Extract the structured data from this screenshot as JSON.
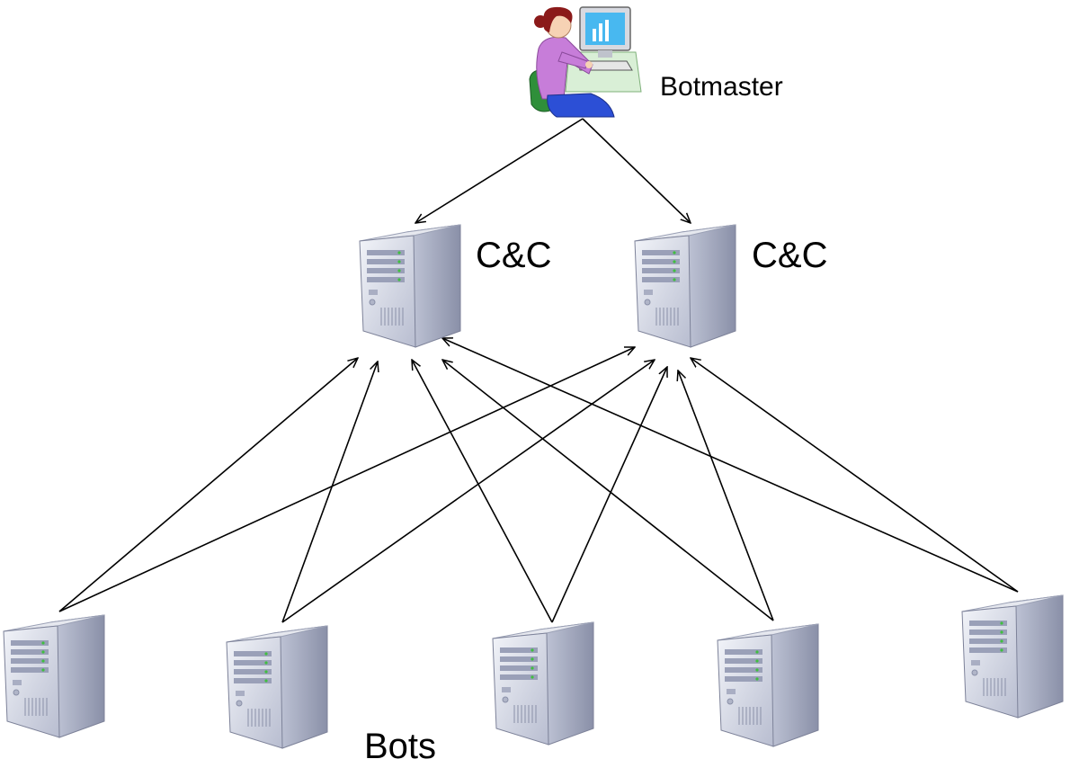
{
  "labels": {
    "botmaster": "Botmaster",
    "cc_left": "C&C",
    "cc_right": "C&C",
    "bots": "Bots"
  },
  "nodes": {
    "botmaster": {
      "role": "botmaster",
      "icon": "person-at-computer-icon"
    },
    "cc": [
      {
        "id": "cc-left",
        "icon": "server-tower-icon"
      },
      {
        "id": "cc-right",
        "icon": "server-tower-icon"
      }
    ],
    "bots": [
      {
        "id": "bot-1",
        "icon": "server-tower-icon"
      },
      {
        "id": "bot-2",
        "icon": "server-tower-icon"
      },
      {
        "id": "bot-3",
        "icon": "server-tower-icon"
      },
      {
        "id": "bot-4",
        "icon": "server-tower-icon"
      },
      {
        "id": "bot-5",
        "icon": "server-tower-icon"
      }
    ]
  },
  "edges": [
    {
      "from": "botmaster",
      "to": "cc-left"
    },
    {
      "from": "botmaster",
      "to": "cc-right"
    },
    {
      "from": "bot-1",
      "to": "cc-left"
    },
    {
      "from": "bot-1",
      "to": "cc-right"
    },
    {
      "from": "bot-2",
      "to": "cc-left"
    },
    {
      "from": "bot-2",
      "to": "cc-right"
    },
    {
      "from": "bot-3",
      "to": "cc-left"
    },
    {
      "from": "bot-3",
      "to": "cc-right"
    },
    {
      "from": "bot-4",
      "to": "cc-left"
    },
    {
      "from": "bot-4",
      "to": "cc-right"
    },
    {
      "from": "bot-5",
      "to": "cc-left"
    },
    {
      "from": "bot-5",
      "to": "cc-right"
    }
  ],
  "colors": {
    "line": "#000000",
    "server_light": "#dfe3ee",
    "server_dark": "#8a90a8",
    "shirt": "#c77dd9",
    "hair": "#8b1a1a",
    "monitor": "#48b8f0",
    "chair": "#2f8f3a"
  }
}
